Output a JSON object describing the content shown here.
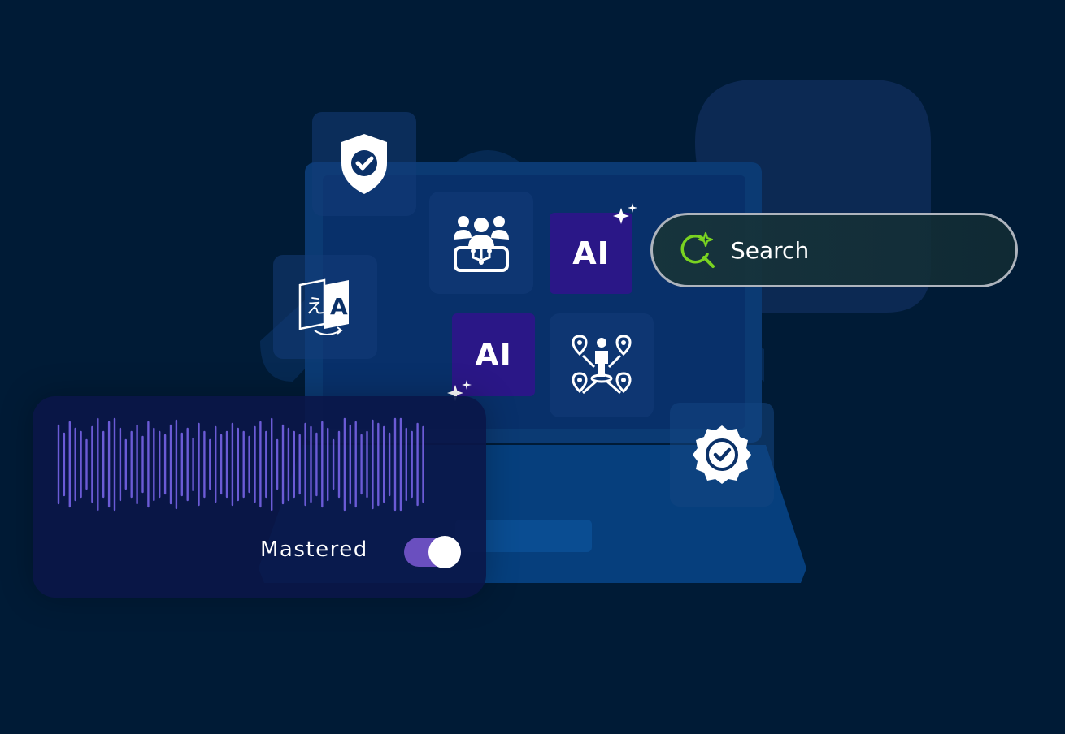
{
  "search": {
    "label": "Search",
    "icon": "ai-search-icon"
  },
  "ai_tiles": [
    {
      "label": "AI"
    },
    {
      "label": "AI"
    }
  ],
  "audio": {
    "toggle_label": "Mastered",
    "toggle_on": true
  },
  "icons": {
    "shield": "shield-check-icon",
    "translate": "translate-icon",
    "team": "team-network-icon",
    "locations": "person-locations-icon",
    "badge": "verified-badge-icon",
    "sparkle": "sparkle-icon",
    "waveform": "audio-waveform"
  },
  "colors": {
    "background": "#001b36",
    "ai_tile": "#2a1787",
    "accent_green": "#7ad321",
    "wave": "#6b5bd6",
    "toggle": "#6a4fbf"
  }
}
